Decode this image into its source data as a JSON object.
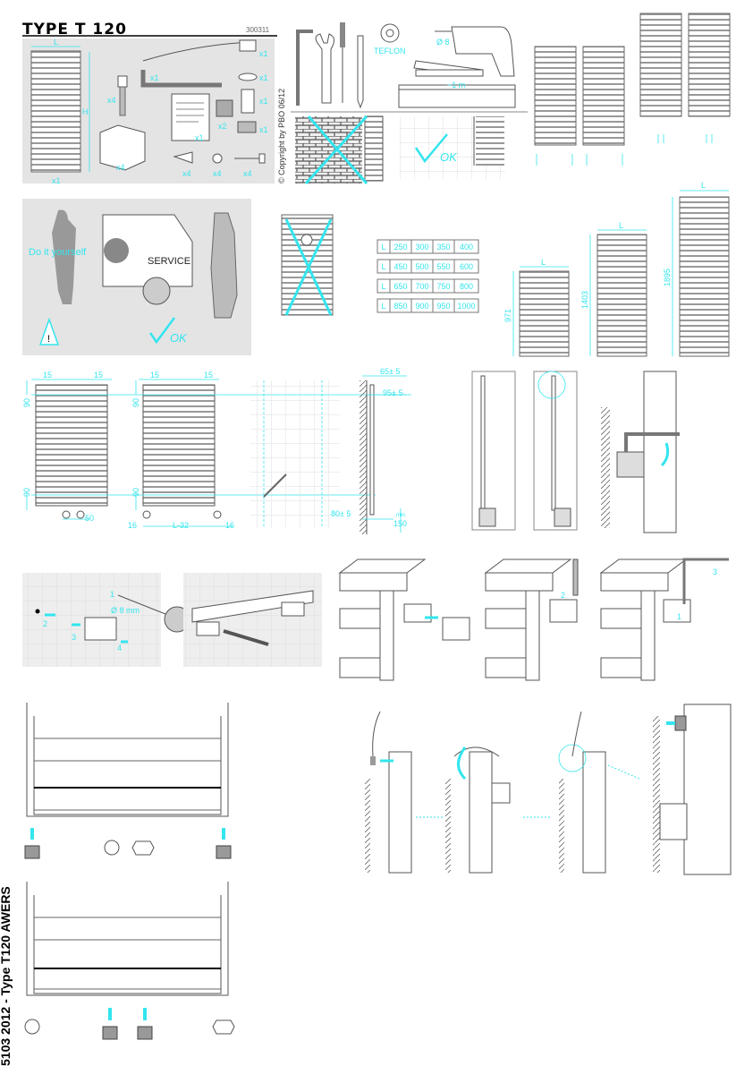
{
  "header": {
    "title": "TYPE T 120",
    "code": "300311",
    "copyright": "© Copyright by PBO 06/12"
  },
  "parts": {
    "width_label": "L",
    "height_label": "H",
    "qty_radiator": "x1",
    "qty_hex_key": "x1",
    "qty_valve": "x1",
    "qty_cap": "x1",
    "qty_sleeve": "x1",
    "qty_plug": "x1",
    "qty_bolt": "x4",
    "qty_block": "x4",
    "qty_manual": "x1",
    "qty_nipple": "x2",
    "qty_dowel": "x4",
    "qty_washer": "x4",
    "qty_screw": "x4"
  },
  "tools": {
    "teflon": "TEFLON",
    "drill_bit": "Ø 8",
    "level_length": "~1 m",
    "ok": "OK"
  },
  "service": {
    "diy_label": "Do it yourself",
    "van_label": "SERVICE",
    "ok": "OK",
    "warning": "!"
  },
  "size_table": {
    "rows": [
      [
        "L",
        "250",
        "300",
        "350",
        "400"
      ],
      [
        "L",
        "450",
        "500",
        "550",
        "600"
      ],
      [
        "L",
        "650",
        "700",
        "750",
        "800"
      ],
      [
        "L",
        "850",
        "900",
        "950",
        "1000"
      ]
    ]
  },
  "heights": {
    "h1": "971",
    "h2": "1403",
    "h3": "1895",
    "l": "L"
  },
  "dimensions": {
    "edge": "15",
    "offset": "90",
    "pipe_spacing": "50",
    "side": "16",
    "centre": "L-32",
    "wall_gap_top": "65± 5",
    "wall_gap": "95± 5",
    "wall_gap_bottom": "80± 5",
    "min_label": "min.",
    "min_value": "150"
  },
  "mounting": {
    "step1": "1",
    "step2": "2",
    "step3": "3",
    "step4": "4",
    "drill": "Ø 8 mm",
    "step_a": "1",
    "step_b": "2",
    "step_c": "3"
  },
  "side_text": "5103 2012 - Type T120 AWERS"
}
